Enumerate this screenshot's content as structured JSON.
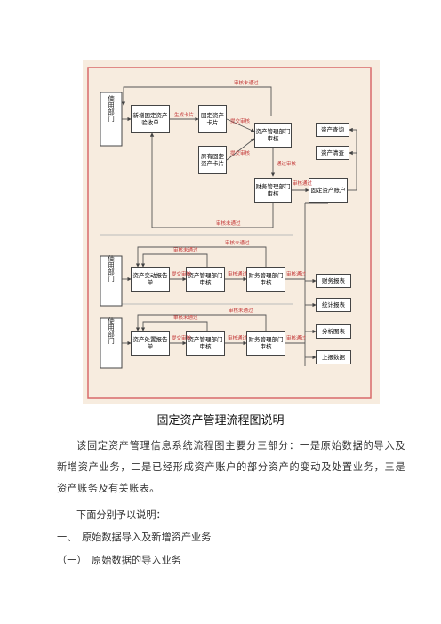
{
  "figure": {
    "user_dept": "使用部门",
    "boxes": {
      "b1": "新增固定资产验收单",
      "b2": "固定资产卡片",
      "b3": "原有固定资产卡片",
      "b4": "资产管理部门审核",
      "b5": "财务管理部门审核",
      "b6": "固定资产账户",
      "b7": "资产查询",
      "b8": "资产清查",
      "b9": "资产变动报告单",
      "b10": "资产管理部门审核",
      "b11": "财务管理部门审核",
      "b12": "资产处置报告单",
      "b13": "资产管理部门审核",
      "b14": "财务管理部门审核",
      "r1": "财务报表",
      "r2": "统计报表",
      "r3": "分析图表",
      "r4": "上报数据"
    },
    "labels": {
      "gen_card": "生成卡片",
      "submit": "提交审核",
      "pass": "审核通过",
      "pass2": "通过审核",
      "fail": "审核未通过"
    }
  },
  "caption": "固定资产管理流程图说明",
  "paragraphs": [
    "该固定资产管理信息系统流程图主要分三部分：一是原始数据的导入及新增资产业务，二是已经形成资产账户的部分资产的变动及处置业务，三是资产账务及有关账表。",
    "下面分别予以说明：",
    "一、　原始数据导入及新增资产业务",
    "（一）　原始数据的导入业务"
  ]
}
